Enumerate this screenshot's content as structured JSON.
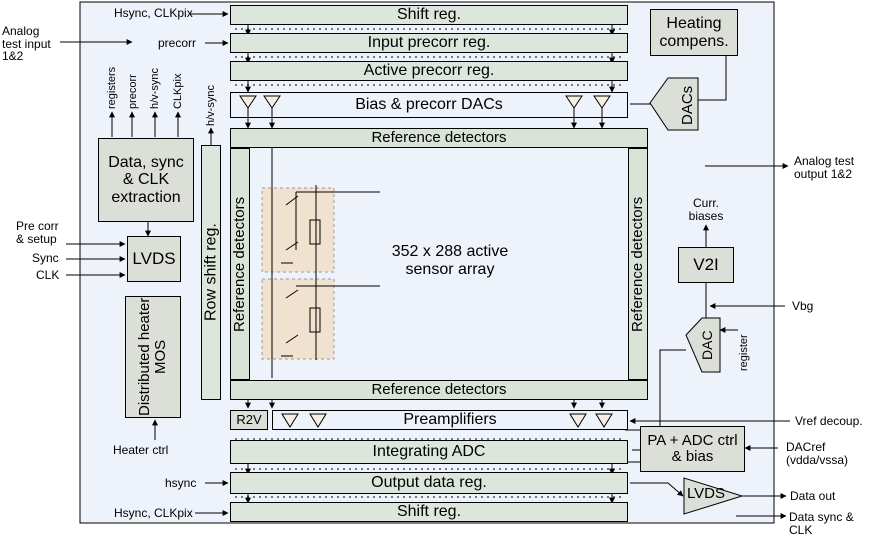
{
  "blocks": {
    "shift_reg_top": "Shift reg.",
    "input_precorr_reg": "Input precorr reg.",
    "active_precorr_reg": "Active precorr reg.",
    "bias_precorr_dacs": "Bias & precorr DACs",
    "heating_compens": "Heating compens.",
    "dacs": "DACs",
    "reference_detectors_top": "Reference detectors",
    "reference_detectors_bottom": "Reference detectors",
    "reference_detectors_left": "Reference detectors",
    "reference_detectors_right": "Reference detectors",
    "data_sync_clk_extraction": "Data, sync & CLK extraction",
    "lvds_in": "LVDS",
    "distributed_heater_mos": "Distributed heater MOS",
    "row_shift_reg": "Row shift reg.",
    "sensor_array": "352 x 288 active sensor array",
    "v2i": "V2I",
    "dac": "DAC",
    "r2v": "R2V",
    "preamplifiers": "Preamplifiers",
    "pa_adc": "PA + ADC ctrl & bias",
    "integrating_adc": "Integrating ADC",
    "output_data_reg": "Output data reg.",
    "shift_reg_bottom": "Shift reg.",
    "lvds_out": "LVDS"
  },
  "labels": {
    "hsync_clkpix_top": "Hsync, CLKpix",
    "analog_test_input": "Analog test input 1&2",
    "precorr": "precorr",
    "registers": "registers",
    "precorr_v": "precorr",
    "hv_sync": "h/v-sync",
    "clkpix_v": "CLKpix",
    "hv_sync_row": "h/v-sync",
    "analog_test_output": "Analog test output 1&2",
    "curr_biases": "Curr. biases",
    "precorr_setup": "Pre corr & setup",
    "sync": "Sync",
    "clk": "CLK",
    "vbg": "Vbg",
    "register_v": "register",
    "heater_ctrl": "Heater ctrl",
    "vref_decoup": "Vref decoup.",
    "dacref": "DACref (vdda/vssa)",
    "hsync": "hsync",
    "data_out": "Data out",
    "hsync_clkpix_bottom": "Hsync, CLKpix",
    "data_sync_clk": "Data sync & CLK"
  },
  "colors": {
    "chip_background": "#eef2fa",
    "register_fill": "#dde6dc",
    "pixel_fill": "#f0e2cf",
    "line": "#000000"
  }
}
